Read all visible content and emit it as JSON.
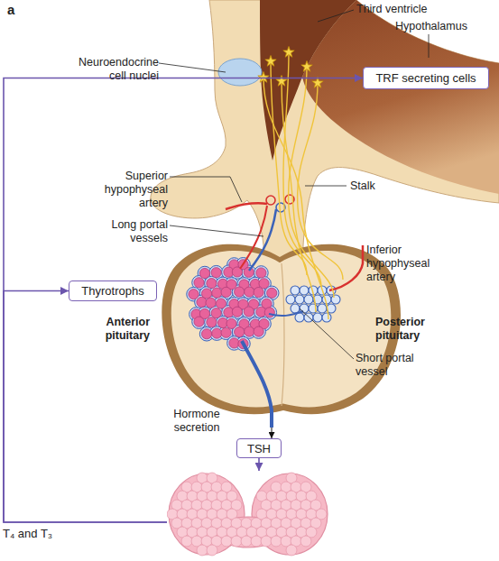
{
  "diagram": {
    "nodes": [
      {
        "text": [
          "TRF secreting cells"
        ]
      },
      {
        "text": [
          "Thyrotrophs"
        ]
      },
      {
        "text": [
          "TSH"
        ]
      },
      {
        "text": [
          "T₄ and T₃"
        ]
      }
    ],
    "edges": [
      {
        "from": 3,
        "to": 0,
        "arrow": "to"
      },
      {
        "from": 3,
        "to": 1,
        "arrow": "to"
      },
      {
        "from": 2,
        "to": 3,
        "arrow": "to"
      }
    ],
    "labels": [
      "a",
      "Third ventricle",
      "Hypothalamus",
      "Neuroendocrine cell nuclei",
      "Superior hypophyseal artery",
      "Stalk",
      "Long portal vessels",
      "Inferior hypophyseal artery",
      "Anterior pituitary",
      "Posterior pituitary",
      "Short portal vessel",
      "Hormone secretion"
    ]
  }
}
